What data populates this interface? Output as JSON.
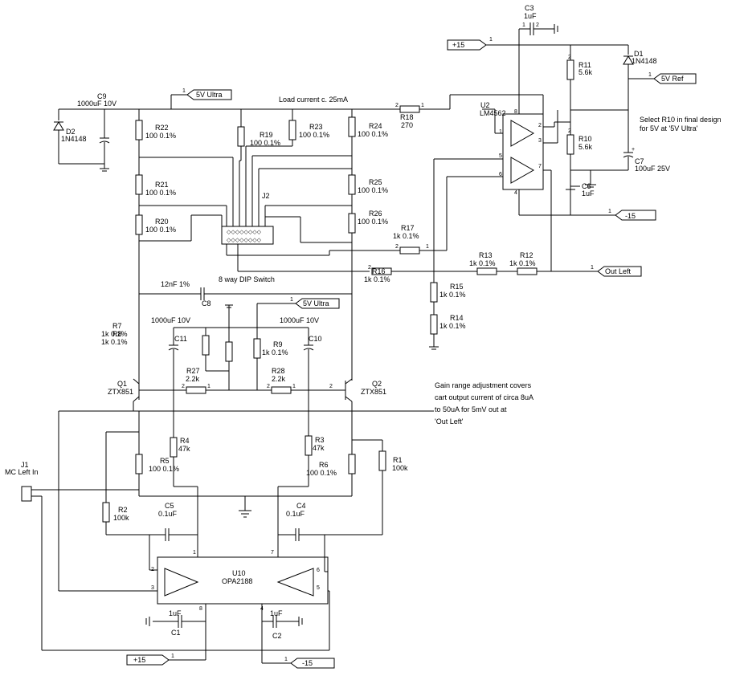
{
  "ports": {
    "plus15_top": "+15",
    "v5_ultra_top": "5V Ultra",
    "v5_ref": "5V Ref",
    "minus15_top": "-15",
    "out_left": "Out Left",
    "v5_ultra_mid": "5V Ultra",
    "plus15_bottom": "+15",
    "minus15_bottom": "-15"
  },
  "pin_one": "1",
  "pin_two": "2",
  "pin_three": "3",
  "pin_four": "4",
  "pin_five": "5",
  "pin_six": "6",
  "pin_seven": "7",
  "pin_eight": "8",
  "notes": {
    "load_current": "Load current c. 25mA",
    "select_r10": [
      "Select R10 in final design",
      "for 5V at '5V Ultra'"
    ],
    "gain_range": [
      "Gain range adjustment covers",
      "cart output current of circa 8uA",
      "to 50uA for 5mV out at",
      "'Out Left'"
    ],
    "dip_switch": "8 way DIP Switch"
  },
  "components": {
    "C3": {
      "ref": "C3",
      "value": "1uF"
    },
    "D1": {
      "ref": "D1",
      "value": "1N4148"
    },
    "R11": {
      "ref": "R11",
      "value": "5.6k"
    },
    "R10": {
      "ref": "R10",
      "value": "5.6k"
    },
    "C7": {
      "ref": "C7",
      "value": "100uF 25V"
    },
    "C6": {
      "ref": "C6",
      "value": "1uF"
    },
    "U2": {
      "ref": "U2",
      "value": "LM4562"
    },
    "C9": {
      "ref": "C9",
      "value": "1000uF 10V"
    },
    "D2": {
      "ref": "D2",
      "value": "1N4148"
    },
    "R22": {
      "ref": "R22",
      "value": "100 0.1%"
    },
    "R21": {
      "ref": "R21",
      "value": "100 0.1%"
    },
    "R20": {
      "ref": "R20",
      "value": "100 0.1%"
    },
    "R19": {
      "ref": "R19",
      "value": "100 0.1%"
    },
    "R23": {
      "ref": "R23",
      "value": "100 0.1%"
    },
    "R24": {
      "ref": "R24",
      "value": "100 0.1%"
    },
    "R25": {
      "ref": "R25",
      "value": "100 0.1%"
    },
    "R26": {
      "ref": "R26",
      "value": "100 0.1%"
    },
    "R18": {
      "ref": "R18",
      "value": "270"
    },
    "R17": {
      "ref": "R17",
      "value": "1k 0.1%"
    },
    "R16": {
      "ref": "R16",
      "value": "1k 0.1%"
    },
    "R13": {
      "ref": "R13",
      "value": "1k 0.1%"
    },
    "R12": {
      "ref": "R12",
      "value": "1k 0.1%"
    },
    "R15": {
      "ref": "R15",
      "value": "1k 0.1%"
    },
    "R14": {
      "ref": "R14",
      "value": "1k 0.1%"
    },
    "J2": {
      "ref": "J2"
    },
    "C8": {
      "ref": "C8",
      "value": "12nF 1%"
    },
    "R7": {
      "ref": "R7",
      "value": "1k 0.1%"
    },
    "R8": {
      "ref": "R8",
      "value": "1k 0.1%"
    },
    "C11": {
      "ref": "C11",
      "value": "1000uF 10V"
    },
    "C10": {
      "ref": "C10",
      "value": "1000uF 10V"
    },
    "R9": {
      "ref": "R9",
      "value": "1k 0.1%"
    },
    "R27": {
      "ref": "R27",
      "value": "2.2k"
    },
    "R28": {
      "ref": "R28",
      "value": "2.2k"
    },
    "Q1": {
      "ref": "Q1",
      "value": "ZTX851"
    },
    "Q2": {
      "ref": "Q2",
      "value": "ZTX851"
    },
    "R4": {
      "ref": "R4",
      "value": "47k"
    },
    "R3": {
      "ref": "R3",
      "value": "47k"
    },
    "R5": {
      "ref": "R5",
      "value": "100 0.1%"
    },
    "R6": {
      "ref": "R6",
      "value": "100 0.1%"
    },
    "R1": {
      "ref": "R1",
      "value": "100k"
    },
    "R2": {
      "ref": "R2",
      "value": "100k"
    },
    "J1": {
      "ref": "J1",
      "value": "MC Left In"
    },
    "C5": {
      "ref": "C5",
      "value": "0.1uF"
    },
    "C4": {
      "ref": "C4",
      "value": "0.1uF"
    },
    "U10": {
      "ref": "U10",
      "value": "OPA2188"
    },
    "C1": {
      "ref": "C1",
      "value": "1uF"
    },
    "C2": {
      "ref": "C2",
      "value": "1uF"
    }
  }
}
